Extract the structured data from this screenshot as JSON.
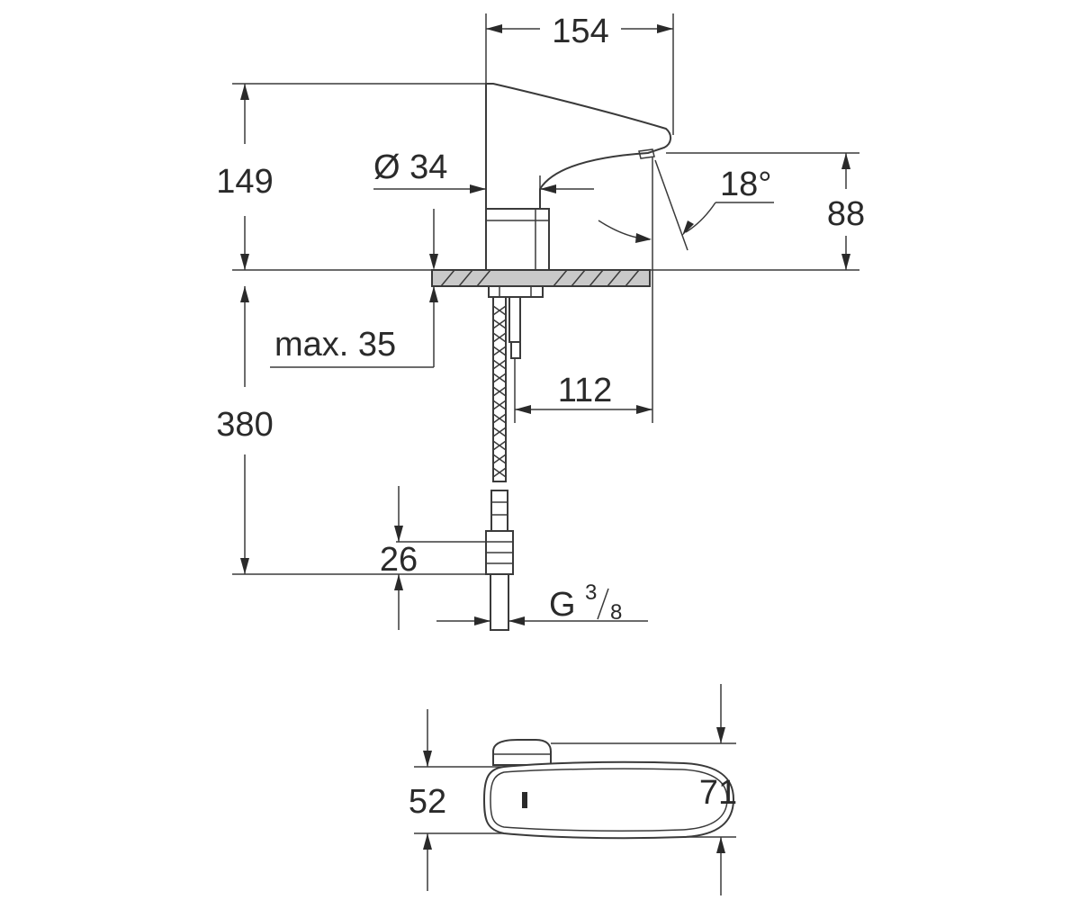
{
  "dimensions": {
    "width_top": "154",
    "height_spout": "149",
    "diameter": "Ø 34",
    "angle": "18°",
    "spout_height": "88",
    "max_thickness": "max. 35",
    "reach": "112",
    "hose_length": "380",
    "fitting_height": "26",
    "thread_main": "G",
    "thread_num": "3",
    "thread_den": "8",
    "plan_width": "52",
    "plan_length": "71"
  }
}
